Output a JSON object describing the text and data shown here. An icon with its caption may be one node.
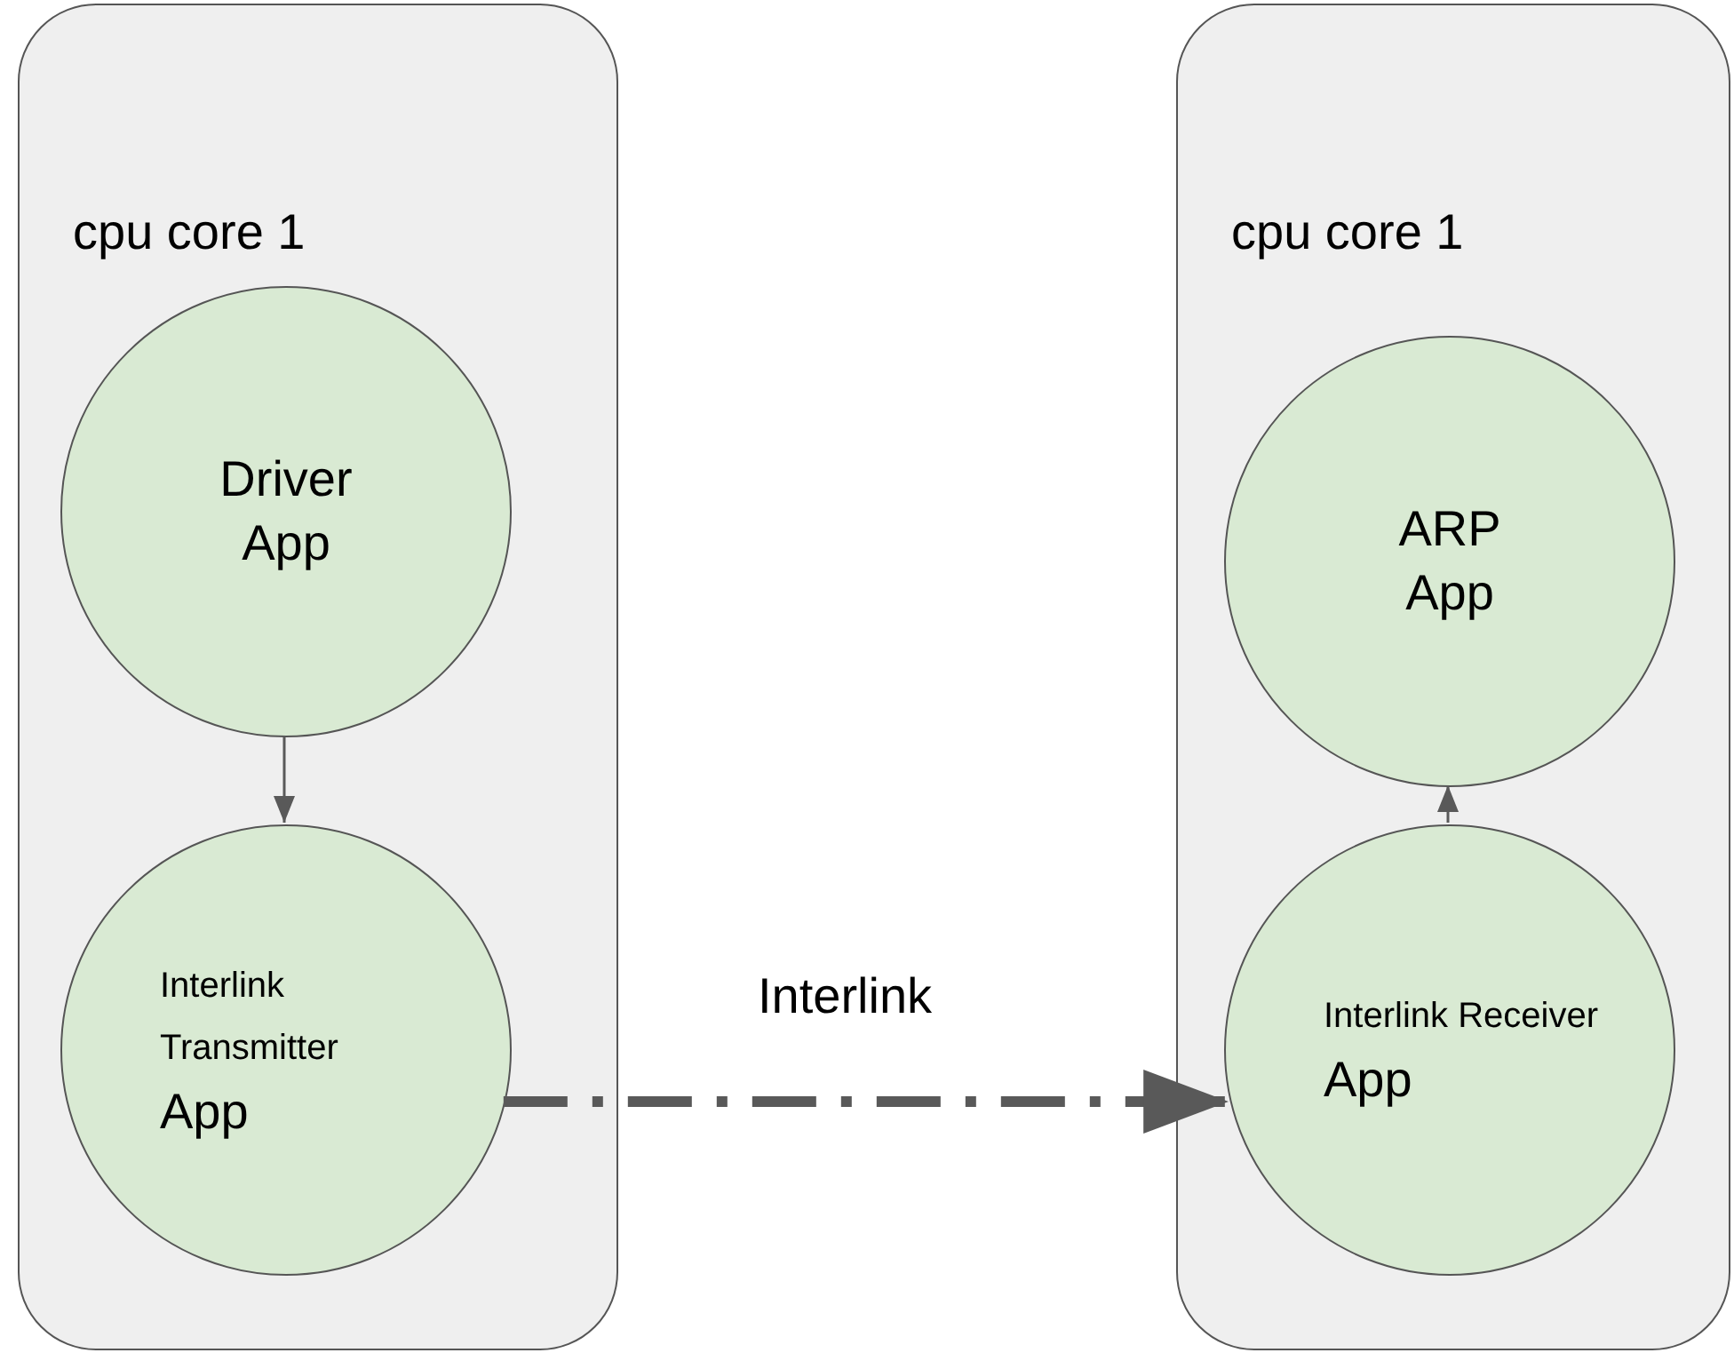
{
  "diagram": {
    "nodes": [
      {
        "text": [
          "cpu core 1"
        ]
      },
      {
        "text": [
          "Driver App"
        ],
        "in": 0
      },
      {
        "text": [
          "Interlink Transmitter",
          "App"
        ],
        "in": 0
      },
      {
        "text": [
          "cpu core 1"
        ]
      },
      {
        "text": [
          "ARP App"
        ],
        "in": 3
      },
      {
        "text": [
          "Interlink Receiver",
          "App"
        ],
        "in": 3
      }
    ],
    "edges": [
      {
        "from": 1,
        "to": 2,
        "arrow": "to"
      },
      {
        "from": 2,
        "to": 5,
        "arrow": "to",
        "label": "Interlink",
        "style": "dashed"
      },
      {
        "from": 5,
        "to": 4,
        "arrow": "to"
      }
    ]
  }
}
